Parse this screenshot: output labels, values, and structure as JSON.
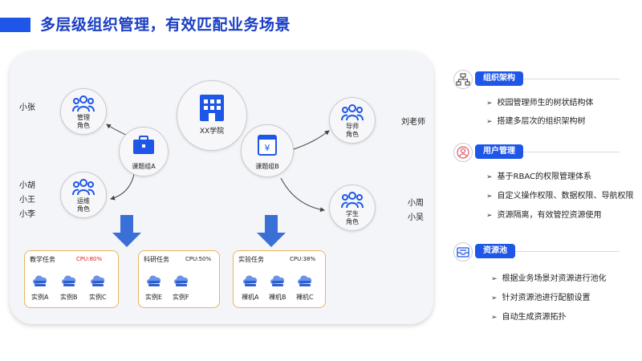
{
  "header": {
    "title": "多层级组织管理，有效匹配业务场景"
  },
  "diagram": {
    "center": {
      "label": "XX学院"
    },
    "group_a": {
      "label": "课题组A"
    },
    "group_b": {
      "label": "课题组B"
    },
    "role_admin": {
      "line1": "管理",
      "line2": "角色"
    },
    "role_ops": {
      "line1": "运维",
      "line2": "角色"
    },
    "role_mentor": {
      "line1": "导师",
      "line2": "角色"
    },
    "role_student": {
      "line1": "学生",
      "line2": "角色"
    },
    "people": {
      "admin": "小张",
      "ops": [
        "小胡",
        "小王",
        "小李"
      ],
      "mentor": "刘老师",
      "student": [
        "小周",
        "小吴"
      ]
    },
    "tasks": [
      {
        "title": "教学任务",
        "cpu": "CPU:80%",
        "cpu_color": "#e02020",
        "instances": [
          "实例A",
          "实例B",
          "实例C"
        ]
      },
      {
        "title": "科研任务",
        "cpu": "CPU:50%",
        "cpu_color": "#222222",
        "instances": [
          "实例E",
          "实例F"
        ]
      },
      {
        "title": "实验任务",
        "cpu": "CPU:38%",
        "cpu_color": "#222222",
        "instances": [
          "裸机A",
          "裸机B",
          "裸机C"
        ]
      }
    ]
  },
  "sections": [
    {
      "title": "组织架构",
      "icon": "org-chart-icon",
      "bullets": [
        "校园管理师生的树状结构体",
        "搭建多层次的组织架构树"
      ]
    },
    {
      "title": "用户管理",
      "icon": "user-icon",
      "bullets": [
        "基于RBAC的权限管理体系",
        "自定义操作权限、数据权限、导航权限",
        "资源隔离，有效管控资源使用"
      ]
    },
    {
      "title": "资源池",
      "icon": "inbox-icon",
      "bullets": [
        "根据业务场景对资源进行池化",
        "针对资源池进行配额设置",
        "自动生成资源拓扑"
      ]
    }
  ],
  "colors": {
    "accent": "#1e56e8",
    "cpu_alert": "#e02020",
    "task_border": "#e3b85a"
  }
}
